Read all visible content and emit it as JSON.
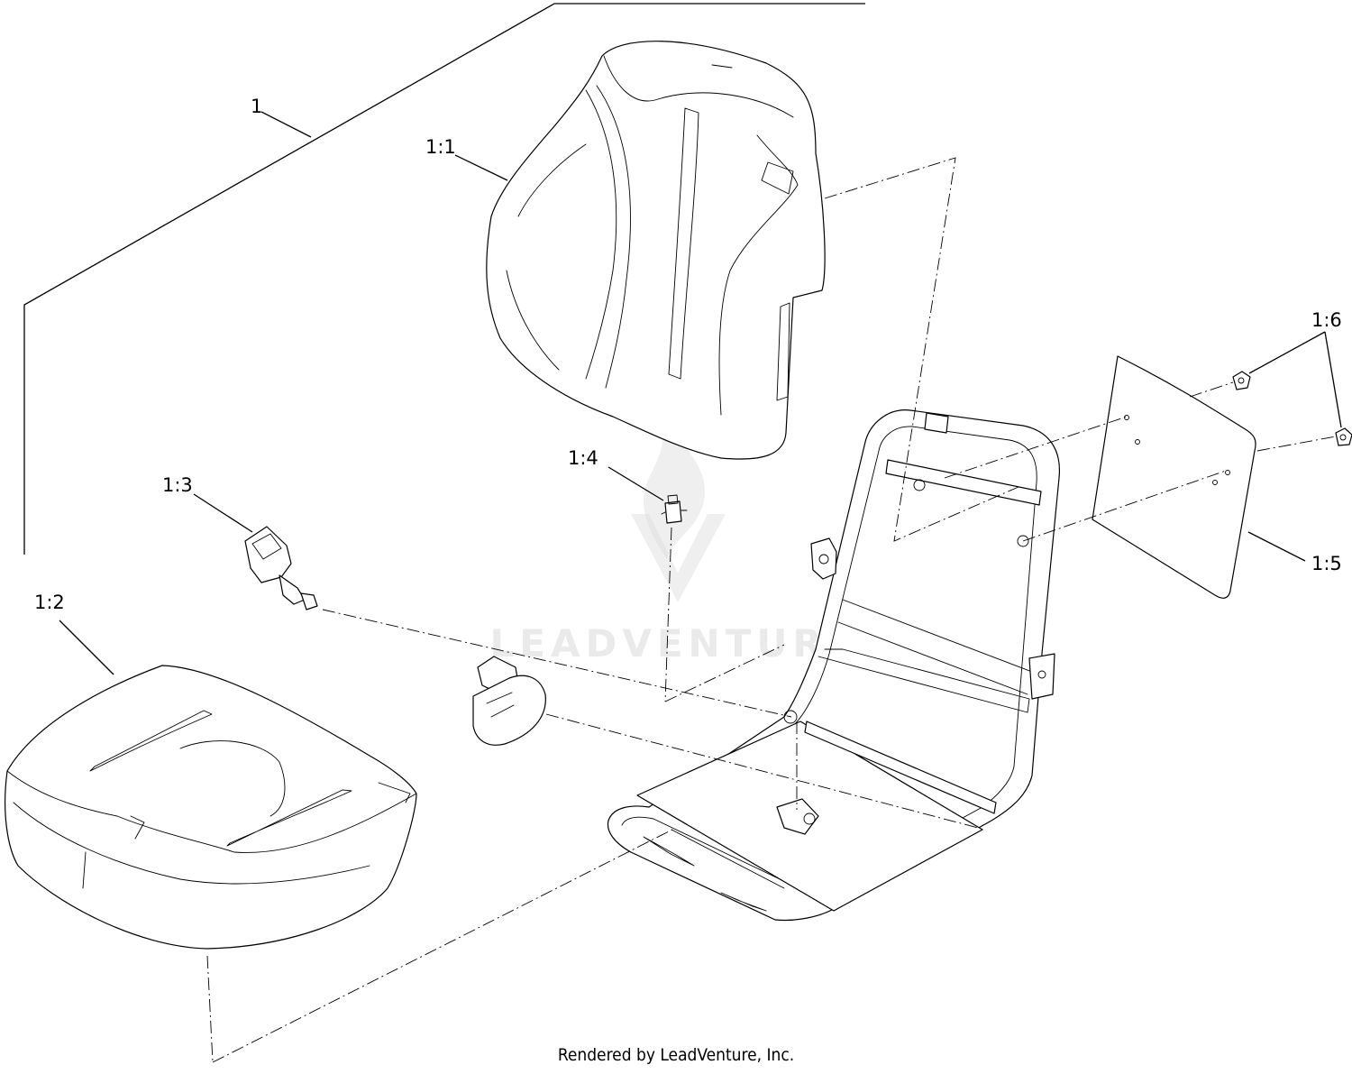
{
  "callouts": {
    "assembly": "1",
    "backrest": "1:1",
    "seat_cushion": "1:2",
    "seat_switch_harness": "1:3",
    "switch": "1:4",
    "back_plate": "1:5",
    "fasteners": "1:6"
  },
  "watermark": {
    "text": "LEADVENTURE",
    "logo_icon": "leadventure-flame-logo-icon"
  },
  "footer": {
    "credit": "Rendered by LeadVenture, Inc."
  },
  "colors": {
    "line": "#000000",
    "background": "#ffffff",
    "watermark": "#d9d9d9"
  }
}
